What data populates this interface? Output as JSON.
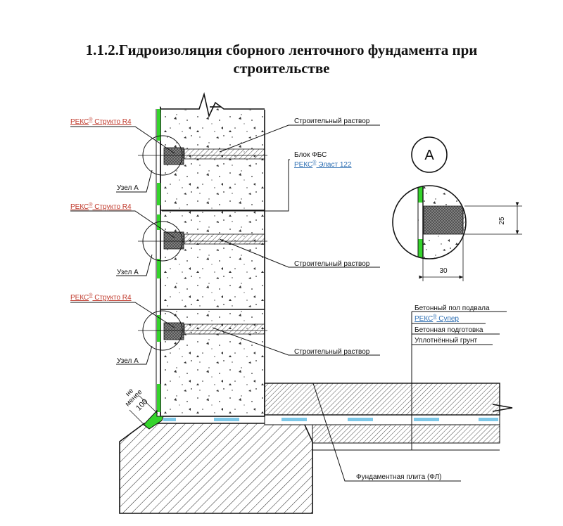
{
  "title": {
    "line1": "1.1.2.Гидроизоляция сборного ленточного фундамента при",
    "line2": "строительстве"
  },
  "labels": {
    "rex_structo_1": "РЕКС",
    "rex_structo_1_name": " Структо R4",
    "rex_structo_2": "РЕКС",
    "rex_structo_2_name": " Структо R4",
    "rex_structo_3": "РЕКС",
    "rex_structo_3_name": " Структо R4",
    "registered": "®",
    "uzel_1": "Узел А",
    "uzel_2": "Узел А",
    "uzel_3": "Узел А",
    "mortar_1": "Строительный раствор",
    "mortar_2": "Строительный раствор",
    "mortar_3": "Строительный раствор",
    "block_fbs": "Блок ФБС",
    "rex_elast": "РЕКС",
    "rex_elast_name": " Эласт 122",
    "detail_letter": "А",
    "dim_25": "25",
    "dim_30": "30",
    "floor": "Бетонный пол подвала",
    "rex_super": "РЕКС",
    "rex_super_name": " Супер",
    "concrete_prep": "Бетонная подготовка",
    "soil": "Уплотнённый грунт",
    "foundation_slab": "Фундаментная плита (ФЛ)",
    "ne": "не",
    "menee": "менее",
    "dim_100": "100"
  },
  "colors": {
    "green": "#35d42c",
    "blue": "#7ec8e8",
    "red": "#c0392b",
    "link_blue": "#2e6fb3"
  }
}
